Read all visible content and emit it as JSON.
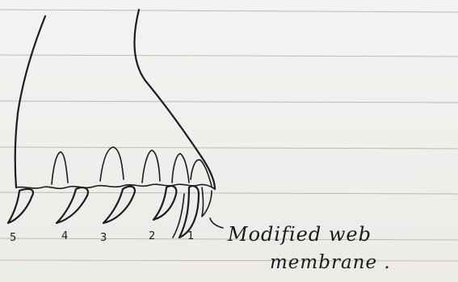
{
  "diagram": {
    "annotation": {
      "line1": "Modified web",
      "line2": "membrane ."
    },
    "digit_labels": [
      "5",
      "4",
      "3",
      "2",
      "1"
    ]
  }
}
